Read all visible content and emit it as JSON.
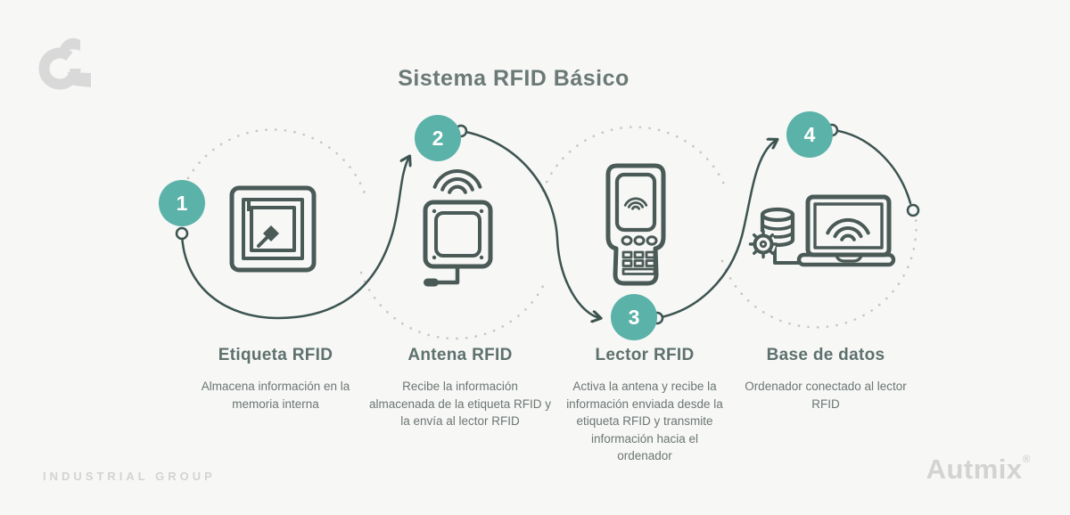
{
  "title": "Sistema RFID Básico",
  "brand": {
    "logo_icon": "autmix-logo",
    "footer_left": "INDUSTRIAL GROUP",
    "footer_right": "Autmix",
    "footer_right_mark": "®"
  },
  "colors": {
    "background": "#f7f7f6",
    "teal_badge": "#5bb2a9",
    "line_dark": "#3c5450",
    "dotted_arc": "#cbc5c3",
    "title_text": "#6b7a77",
    "heading_text": "#5d716d",
    "body_text": "#6b7673",
    "footer_text": "#d3d3d1"
  },
  "steps": [
    {
      "number": "1",
      "icon": "rfid-tag-icon",
      "title": "Etiqueta RFID",
      "description": "Almacena información en la memoria interna"
    },
    {
      "number": "2",
      "icon": "rfid-antenna-icon",
      "title": "Antena RFID",
      "description": "Recibe la información almacenada de la etiqueta RFID y la envía al lector RFID"
    },
    {
      "number": "3",
      "icon": "rfid-reader-icon",
      "title": "Lector RFID",
      "description": "Activa la antena y recibe la información enviada desde la etiqueta RFID y transmite información hacia el ordenador"
    },
    {
      "number": "4",
      "icon": "database-computer-icon",
      "title": "Base de datos",
      "description": "Ordenador conectado al lector RFID"
    }
  ]
}
